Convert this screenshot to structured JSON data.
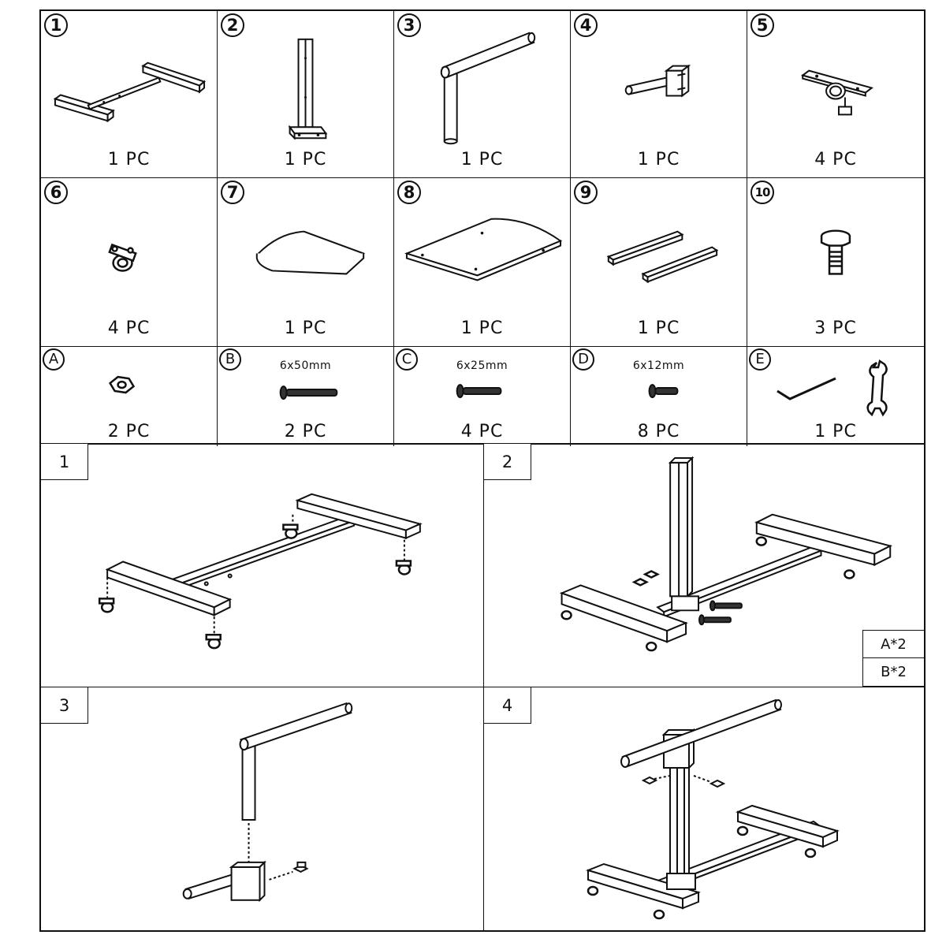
{
  "parts": [
    {
      "marker": "1",
      "quantity": "1 PC",
      "icon": "t-base-frame-icon"
    },
    {
      "marker": "2",
      "quantity": "1 PC",
      "icon": "upright-post-icon"
    },
    {
      "marker": "3",
      "quantity": "1 PC",
      "icon": "l-column-icon"
    },
    {
      "marker": "4",
      "quantity": "1 PC",
      "icon": "side-arm-bracket-icon"
    },
    {
      "marker": "5",
      "quantity": "4 PC",
      "icon": "clamp-bracket-icon"
    },
    {
      "marker": "6",
      "quantity": "4 PC",
      "icon": "caster-wheel-icon"
    },
    {
      "marker": "7",
      "quantity": "1 PC",
      "icon": "small-tray-board-icon"
    },
    {
      "marker": "8",
      "quantity": "1 PC",
      "icon": "large-tray-board-icon"
    },
    {
      "marker": "9",
      "quantity": "1 PC",
      "icon": "slide-rails-icon"
    },
    {
      "marker": "10",
      "quantity": "3 PC",
      "icon": "knob-bolt-icon"
    }
  ],
  "hardware": [
    {
      "marker": "A",
      "size": "",
      "quantity": "2 PC",
      "icon": "hex-nut-icon"
    },
    {
      "marker": "B",
      "size": "6x50mm",
      "quantity": "2 PC",
      "icon": "long-screw-icon"
    },
    {
      "marker": "C",
      "size": "6x25mm",
      "quantity": "4 PC",
      "icon": "medium-screw-icon"
    },
    {
      "marker": "D",
      "size": "6x12mm",
      "quantity": "8 PC",
      "icon": "short-screw-icon"
    },
    {
      "marker": "E",
      "size": "",
      "quantity": "1 PC",
      "icon": "allen-key-and-wrench-icon"
    }
  ],
  "steps": [
    {
      "number": "1"
    },
    {
      "number": "2",
      "callouts": [
        "A*2",
        "B*2"
      ]
    },
    {
      "number": "3"
    },
    {
      "number": "4"
    }
  ]
}
